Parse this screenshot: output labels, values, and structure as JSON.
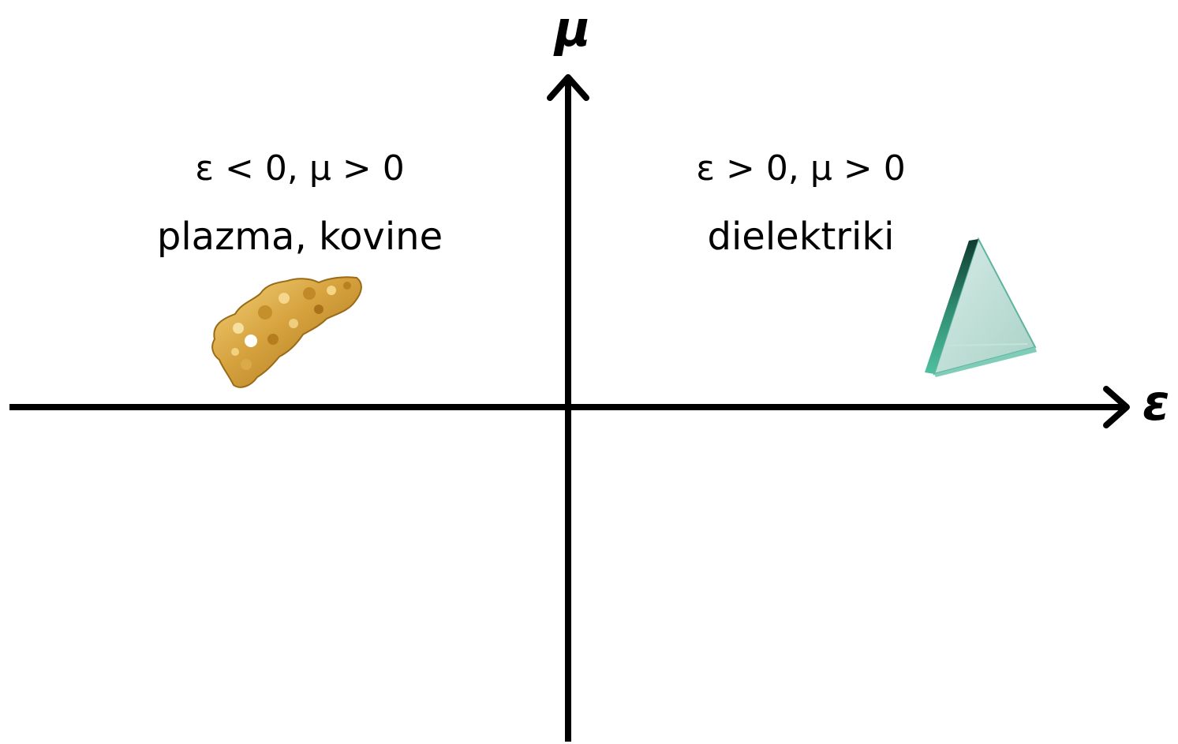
{
  "axes": {
    "vertical_label": "μ",
    "horizontal_label": "ε"
  },
  "quadrants": {
    "upper_left": {
      "condition": "ε < 0,   μ > 0",
      "material": "plazma, kovine",
      "icon": "gold-nugget-icon"
    },
    "upper_right": {
      "condition": "ε > 0,   μ > 0",
      "material": "dielektriki",
      "icon": "glass-prism-icon"
    }
  },
  "colors": {
    "axis": "#000000",
    "gold": "#d9a94a",
    "glass": "#9fd8cc"
  }
}
